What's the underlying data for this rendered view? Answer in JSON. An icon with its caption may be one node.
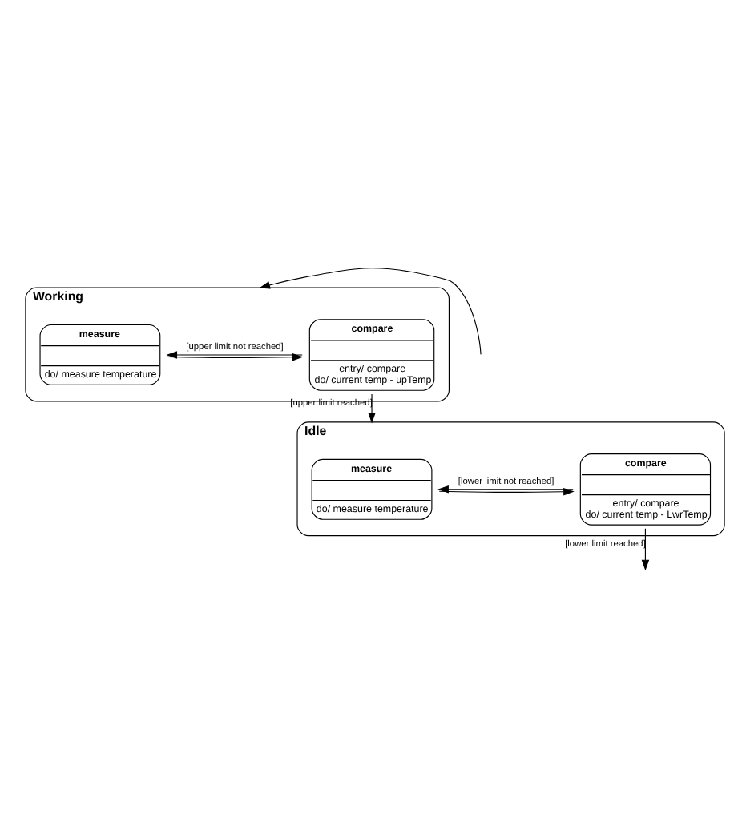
{
  "diagram": {
    "nodes": [
      {
        "text": [
          "Working"
        ]
      },
      {
        "text": [
          "measure",
          "do/ measure temperature"
        ],
        "in": 0
      },
      {
        "text": [
          "compare",
          "entry/ compare",
          "do/ current temp - upTemp"
        ],
        "in": 0
      },
      {
        "text": [
          "Idle"
        ]
      },
      {
        "text": [
          "measure",
          "do/ measure temperature"
        ],
        "in": 3
      },
      {
        "text": [
          "compare",
          "entry/ compare",
          "do/ current temp - LwrTemp"
        ],
        "in": 3
      }
    ],
    "edges": [
      {
        "from": 1,
        "to": 2,
        "arrow": "to"
      },
      {
        "from": 2,
        "to": 1,
        "arrow": "to",
        "label": "[upper limit not reached]"
      },
      {
        "from": 2,
        "to": 3,
        "arrow": "to",
        "label": "[upper limit reached]"
      },
      {
        "from": 4,
        "to": 5,
        "arrow": "to"
      },
      {
        "from": 5,
        "to": 4,
        "arrow": "to",
        "label": "[lower limit not reached]"
      },
      {
        "from": 5,
        "to": null,
        "arrow": "to",
        "label": "[lower limit reached]"
      },
      {
        "from": null,
        "to": 0,
        "arrow": "to"
      }
    ]
  }
}
